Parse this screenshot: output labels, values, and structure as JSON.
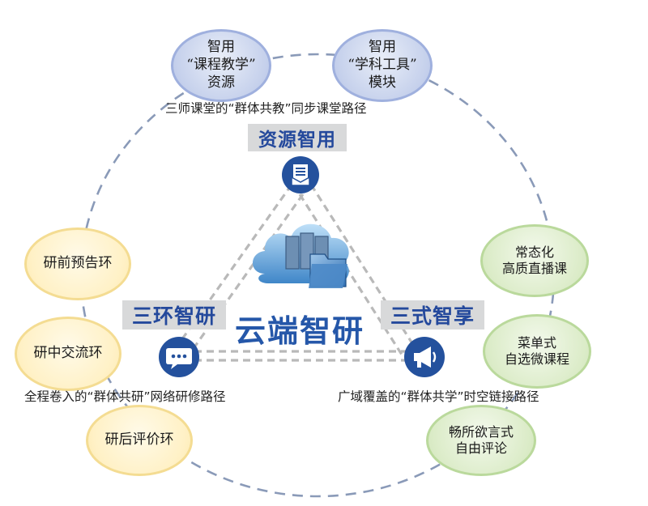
{
  "center": {
    "title": "云端智研"
  },
  "corners": {
    "top": "资源智用",
    "left": "三环智研",
    "right": "三式智享"
  },
  "captions": {
    "top": "三师课堂的“群体共教”同步课堂路径",
    "left": "全程卷入的“群体共研”网络研修路径",
    "right": "广域覆盖的“群体共学”时空链接路径"
  },
  "bubbles": {
    "blue": [
      "智用\n“课程教学”\n资源",
      "智用\n“学科工具”\n模块"
    ],
    "yellow": [
      "研前预告环",
      "研中交流环",
      "研后评价环"
    ],
    "green": [
      "常态化\n高质直播课",
      "菜单式\n自选微课程",
      "畅所欲言式\n自由评论"
    ]
  },
  "icons": {
    "top": "document-icon",
    "left": "chat-bubble-icon",
    "right": "megaphone-icon",
    "center": "cloud-server-folder-icon"
  },
  "colors": {
    "title_blue": "#2557a9",
    "band_text": "#24499c",
    "band_bg": "#d8d9da",
    "icon_blue": "#24519d",
    "dash": "#8a9ab8",
    "triangle_gray": "#b8b8b8"
  }
}
